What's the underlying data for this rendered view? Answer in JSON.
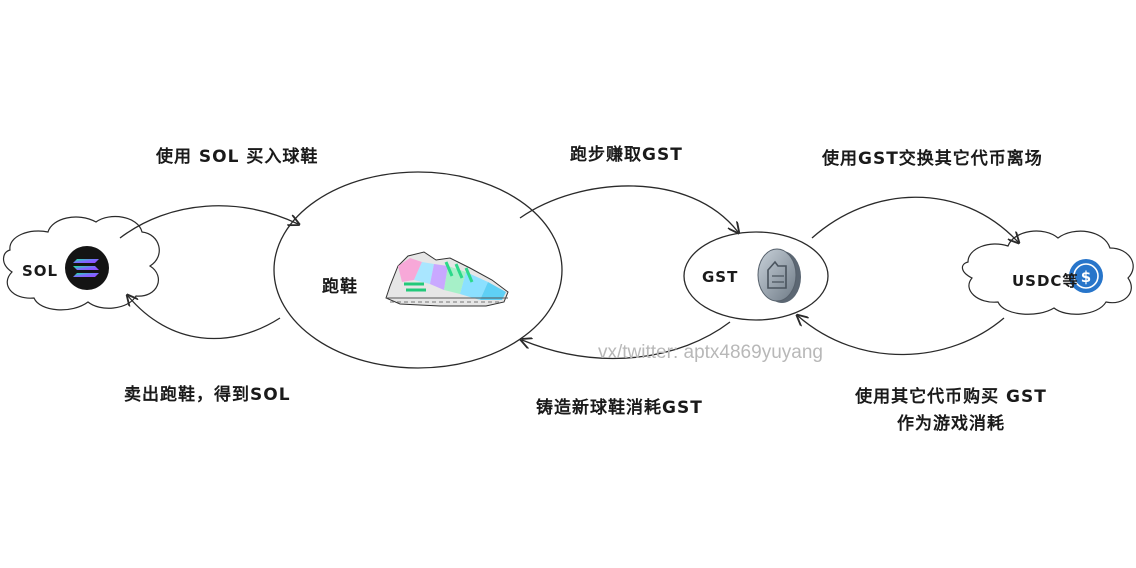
{
  "nodes": {
    "sol": {
      "label": "SOL",
      "icon": "solana-logo-icon"
    },
    "sneaker": {
      "label": "跑鞋",
      "icon": "sneaker-nft-icon"
    },
    "gst": {
      "label": "GST",
      "icon": "gst-coin-icon"
    },
    "usdc": {
      "label": "USDC等",
      "icon": "usdc-logo-icon"
    }
  },
  "edges": {
    "sol_to_sneaker": "使用 SOL 买入球鞋",
    "sneaker_to_sol": "卖出跑鞋，得到SOL",
    "sneaker_to_gst": "跑步赚取GST",
    "gst_to_sneaker": "铸造新球鞋消耗GST",
    "gst_to_usdc": "使用GST交换其它代币离场",
    "usdc_to_gst_line1": "使用其它代币购买 GST",
    "usdc_to_gst_line2": "作为游戏消耗"
  },
  "watermark": "vx/twitter: aptx4869yuyang",
  "colors": {
    "stroke": "#2a2a2a",
    "sol_gradient_start": "#9945ff",
    "sol_gradient_end": "#14f195",
    "usdc_blue": "#2775ca",
    "coin_gray": "#8e9aa6"
  }
}
